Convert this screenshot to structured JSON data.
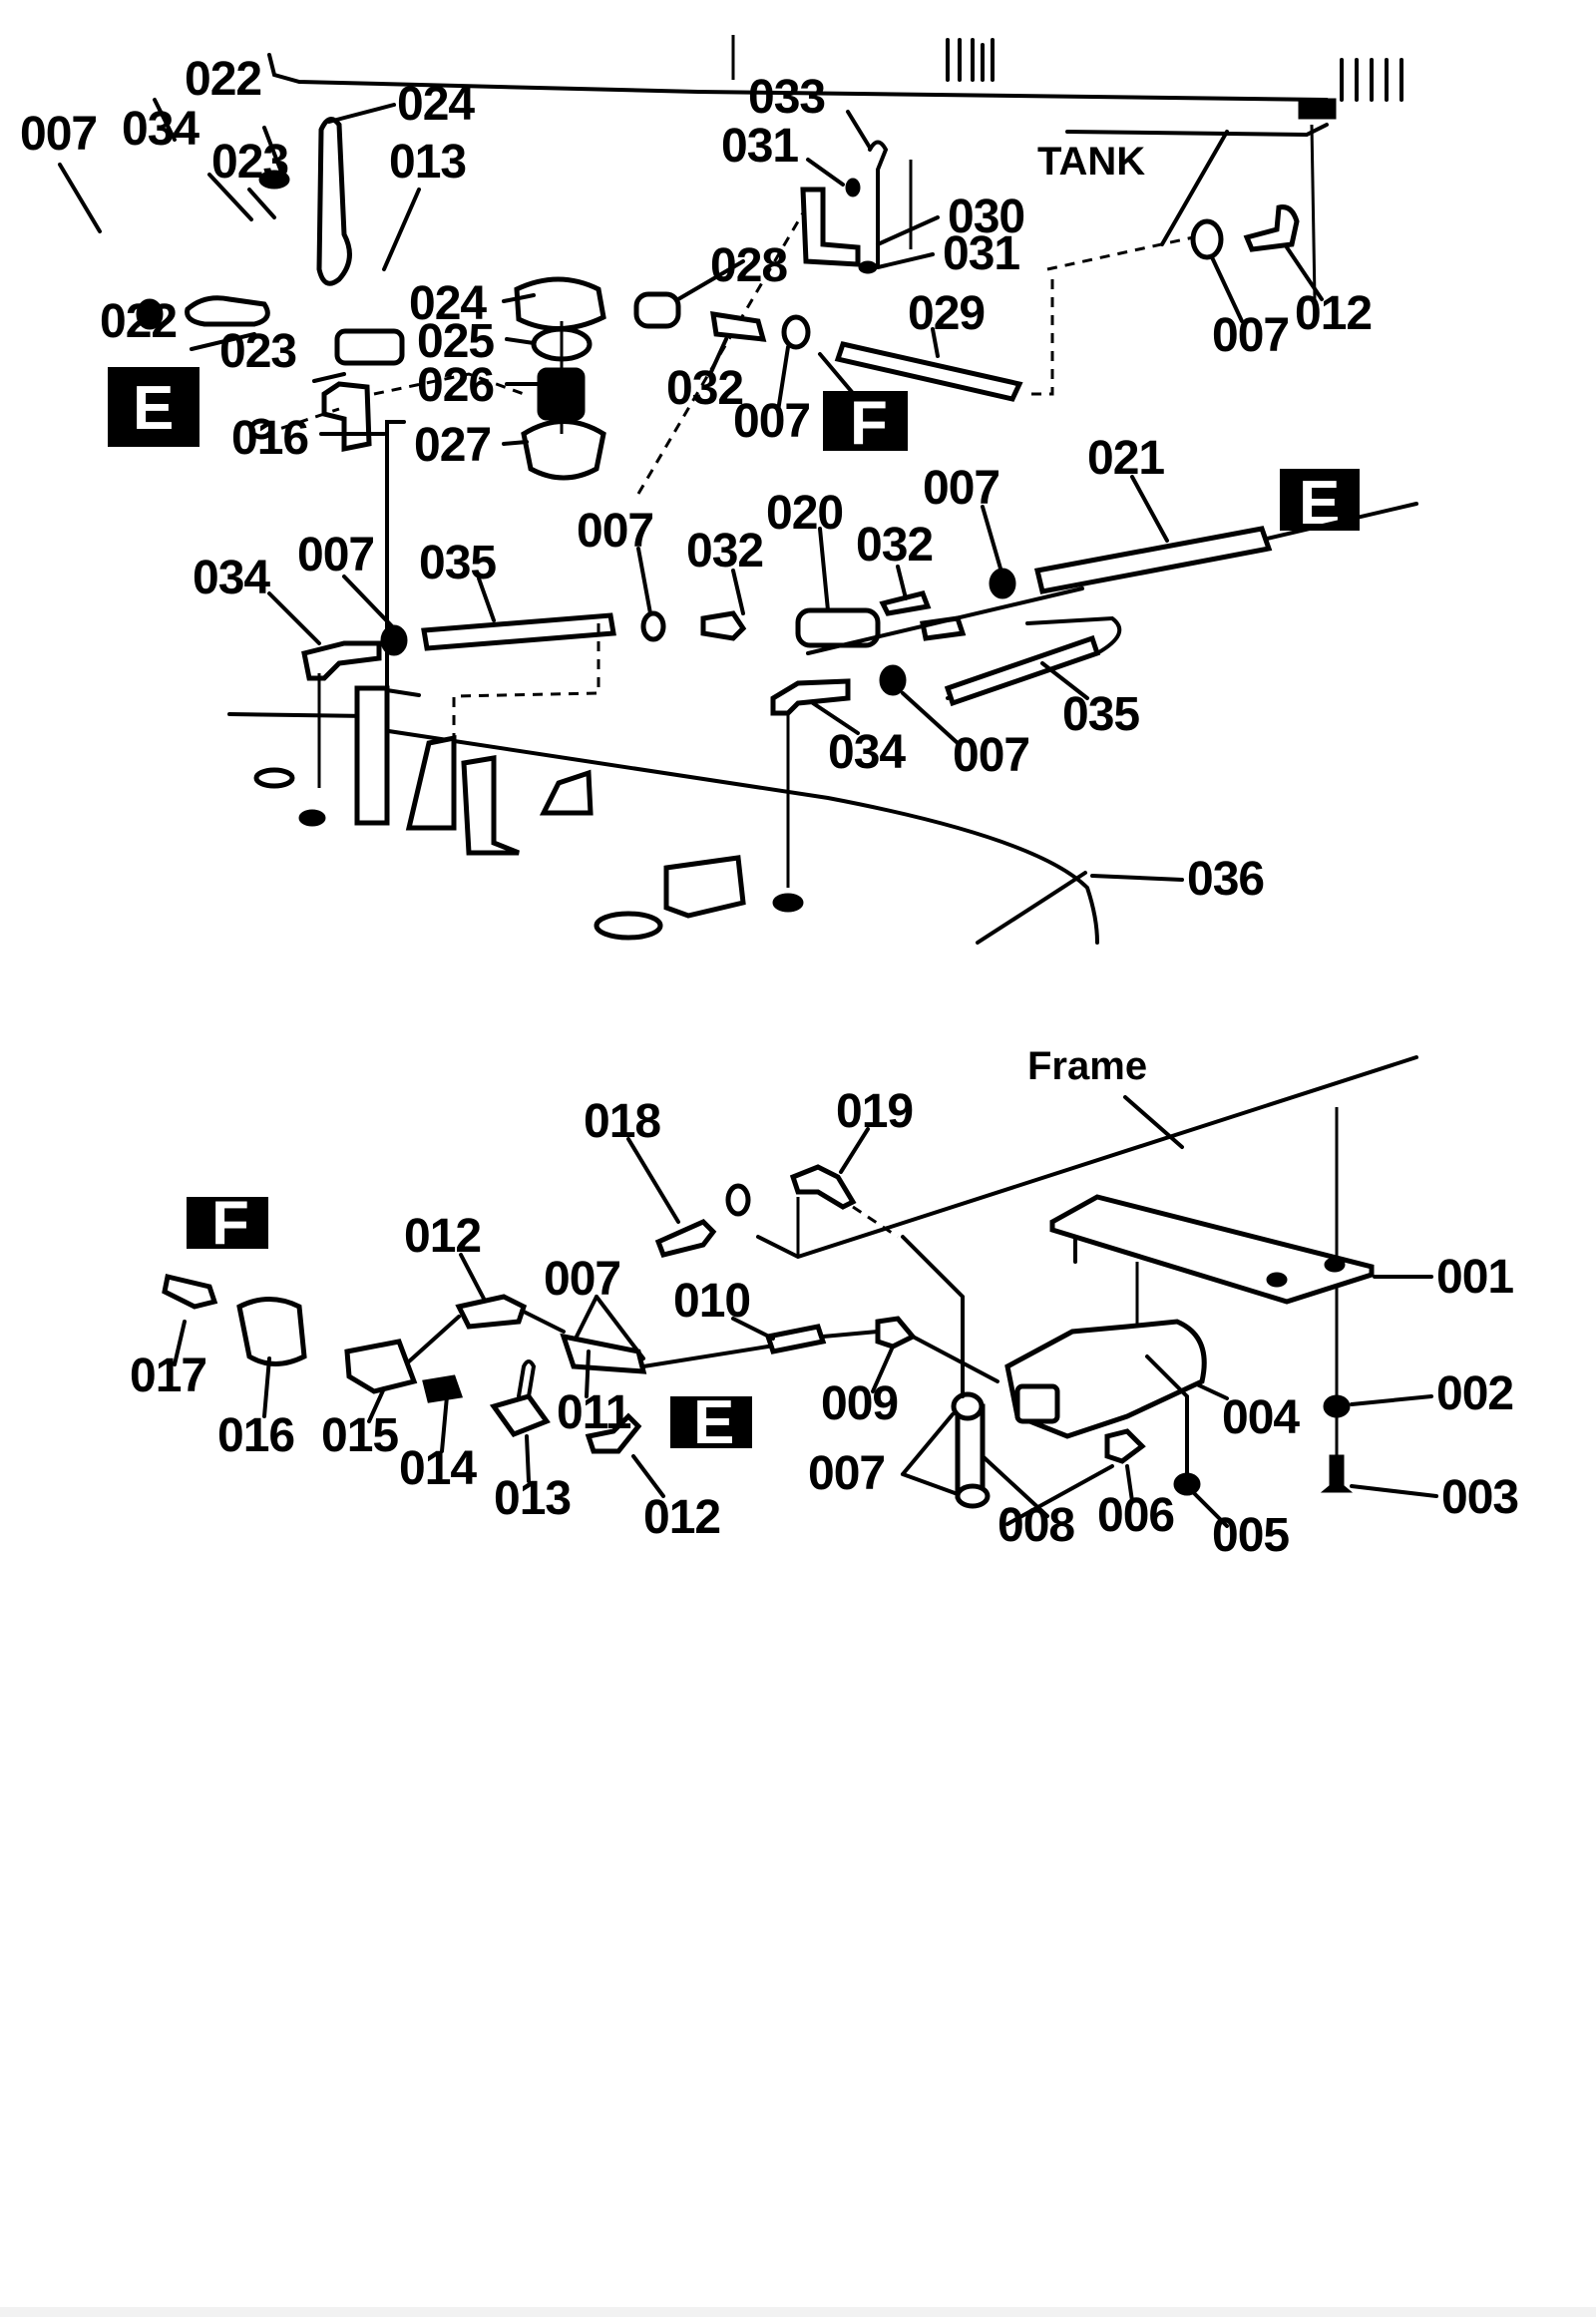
{
  "diagram": {
    "title": "",
    "reference_words": {
      "tank": "TANK",
      "frame": "Frame"
    },
    "section_keys": {
      "top_E": "E",
      "top_F": "F",
      "mid_E": "E",
      "bottom_F": "F",
      "bottom_E": "E"
    },
    "callouts": {
      "top": [
        {
          "id": "t1",
          "label": "022"
        },
        {
          "id": "t2",
          "label": "024"
        },
        {
          "id": "t3",
          "label": "007"
        },
        {
          "id": "t4",
          "label": "034"
        },
        {
          "id": "t5",
          "label": "023"
        },
        {
          "id": "t6",
          "label": "013"
        },
        {
          "id": "t7",
          "label": "022"
        },
        {
          "id": "t8",
          "label": "023"
        },
        {
          "id": "t9",
          "label": "024"
        },
        {
          "id": "t10",
          "label": "025"
        },
        {
          "id": "t11",
          "label": "026"
        },
        {
          "id": "t12",
          "label": "016"
        },
        {
          "id": "t13",
          "label": "027"
        },
        {
          "id": "t14",
          "label": "028"
        },
        {
          "id": "t15",
          "label": "032"
        },
        {
          "id": "t16",
          "label": "007"
        },
        {
          "id": "t17",
          "label": "029"
        },
        {
          "id": "t18",
          "label": "033"
        },
        {
          "id": "t19",
          "label": "031"
        },
        {
          "id": "t20",
          "label": "030"
        },
        {
          "id": "t21",
          "label": "031"
        },
        {
          "id": "t22",
          "label": "007"
        },
        {
          "id": "t23",
          "label": "012"
        }
      ],
      "middle": [
        {
          "id": "m1",
          "label": "034"
        },
        {
          "id": "m2",
          "label": "007"
        },
        {
          "id": "m3",
          "label": "035"
        },
        {
          "id": "m4",
          "label": "007"
        },
        {
          "id": "m5",
          "label": "032"
        },
        {
          "id": "m6",
          "label": "020"
        },
        {
          "id": "m7",
          "label": "032"
        },
        {
          "id": "m8",
          "label": "007"
        },
        {
          "id": "m9",
          "label": "021"
        },
        {
          "id": "m10",
          "label": "035"
        },
        {
          "id": "m11",
          "label": "034"
        },
        {
          "id": "m12",
          "label": "007"
        },
        {
          "id": "m13",
          "label": "036"
        }
      ],
      "bottom": [
        {
          "id": "b1",
          "label": "018"
        },
        {
          "id": "b2",
          "label": "019"
        },
        {
          "id": "b3",
          "label": "012"
        },
        {
          "id": "b4",
          "label": "007"
        },
        {
          "id": "b5",
          "label": "010"
        },
        {
          "id": "b6",
          "label": "017"
        },
        {
          "id": "b7",
          "label": "016"
        },
        {
          "id": "b8",
          "label": "015"
        },
        {
          "id": "b9",
          "label": "014"
        },
        {
          "id": "b10",
          "label": "013"
        },
        {
          "id": "b11",
          "label": "011"
        },
        {
          "id": "b12",
          "label": "012"
        },
        {
          "id": "b13",
          "label": "009"
        },
        {
          "id": "b14",
          "label": "007"
        },
        {
          "id": "b15",
          "label": "008"
        },
        {
          "id": "b16",
          "label": "006"
        },
        {
          "id": "b17",
          "label": "005"
        },
        {
          "id": "b18",
          "label": "004"
        },
        {
          "id": "b19",
          "label": "001"
        },
        {
          "id": "b20",
          "label": "002"
        },
        {
          "id": "b21",
          "label": "003"
        }
      ]
    }
  }
}
